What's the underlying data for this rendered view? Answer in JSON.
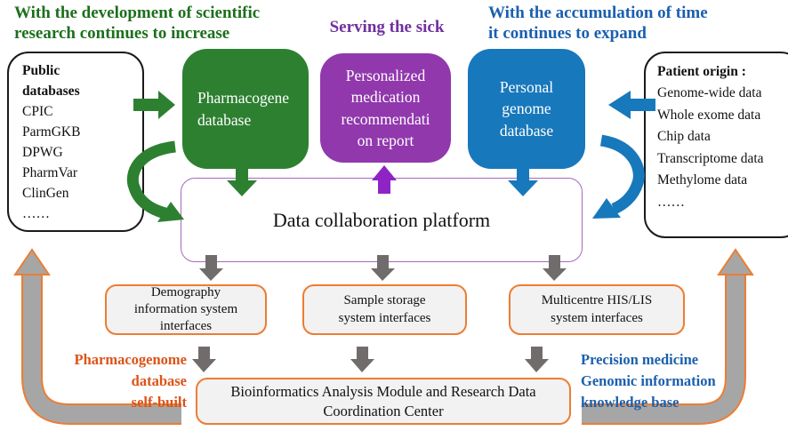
{
  "colors": {
    "heading-green": "#1d6f1d",
    "heading-purple": "#7030a0",
    "heading-blue": "#1b5fae",
    "box-green": "#2e8031",
    "box-purple": "#9138ad",
    "box-blue": "#1878bc",
    "arrow-purple": "#8e24c6",
    "platform-border": "#a569bd",
    "interface-border": "#ed7d31",
    "interface-bg": "#f2f2f2",
    "gray-arrow": "#716c6c",
    "big-arrow-fill": "#a6a6a6",
    "big-arrow-outline": "#ed7d31",
    "note-orange": "#dc5318",
    "list-border": "#1a1a1a"
  },
  "headings": {
    "left": "With the development of scientific\nresearch continues to increase",
    "center": "Serving the sick",
    "right": "With the accumulation of time\nit continues to expand"
  },
  "public_databases": {
    "title": "Public\ndatabases",
    "items": [
      "CPIC",
      "ParmGKB",
      "DPWG",
      "PharmVar",
      "ClinGen",
      "……"
    ]
  },
  "patient_origin": {
    "title": "Patient origin :",
    "items": [
      "Genome-wide data",
      "Whole exome data",
      "Chip data",
      "Transcriptome data",
      "Methylome data",
      "……"
    ]
  },
  "pipeline_boxes": {
    "pharmacogene": "Pharmacogene\ndatabase",
    "personalized": "Personalized\nmedication\nrecommendati\non report",
    "personal_genome": "Personal\ngenome\ndatabase"
  },
  "platform": {
    "label": "Data collaboration platform"
  },
  "interfaces": [
    "Demography\ninformation system\ninterfaces",
    "Sample storage\nsystem interfaces",
    "Multicentre HIS/LIS\nsystem interfaces"
  ],
  "bioinformatics": "Bioinformatics Analysis Module and Research Data\nCoordination Center",
  "notes": {
    "left": "Pharmacogenome\ndatabase\nself-built",
    "right": "Precision medicine\nGenomic information\nknowledge base"
  }
}
